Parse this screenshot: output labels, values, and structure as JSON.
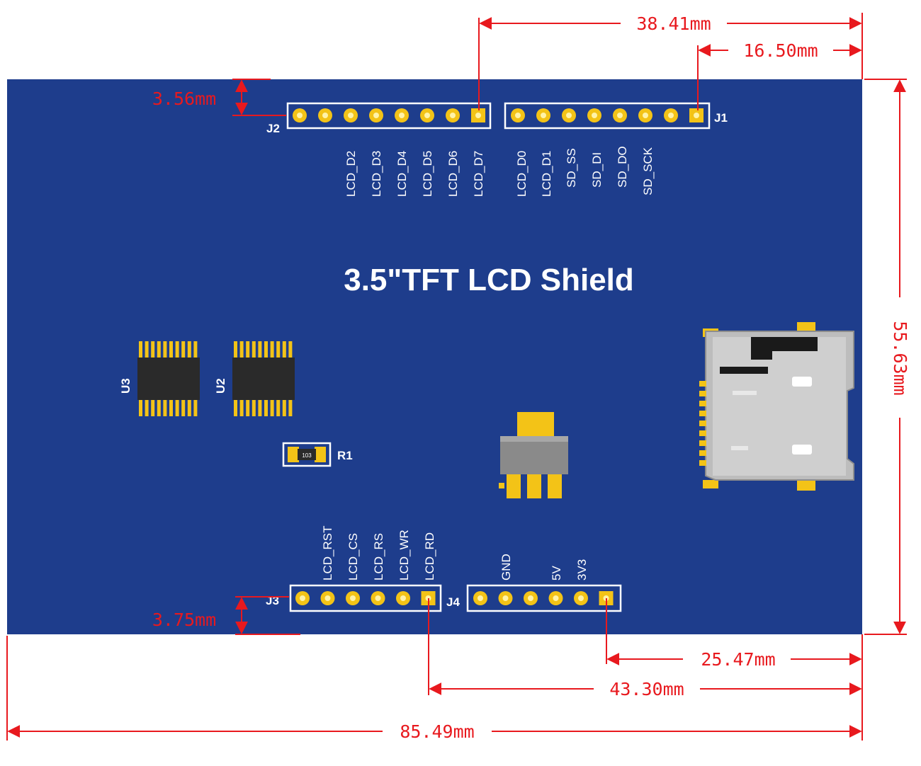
{
  "board": {
    "title": "3.5\"TFT LCD Shield",
    "colors": {
      "pcb": "#1e3d8c",
      "pad": "#f3c317",
      "dimension": "#e8191e",
      "silk": "#ffffff"
    }
  },
  "headers": {
    "j2": {
      "ref": "J2",
      "labels": [
        "LCD_D2",
        "LCD_D3",
        "LCD_D4",
        "LCD_D5",
        "LCD_D6",
        "LCD_D7"
      ]
    },
    "j1": {
      "ref": "J1",
      "labels": [
        "LCD_D0",
        "LCD_D1",
        "SD_SS",
        "SD_DI",
        "SD_DO",
        "SD_SCK"
      ]
    },
    "j3": {
      "ref": "J3",
      "labels": [
        "LCD_RST",
        "LCD_CS",
        "LCD_RS",
        "LCD_WR",
        "LCD_RD"
      ]
    },
    "j4": {
      "ref": "J4",
      "labels": [
        "GND",
        "5V",
        "3V3"
      ]
    }
  },
  "components": {
    "u3": "U3",
    "u2": "U2",
    "r1": "R1",
    "r1_body": "103"
  },
  "dimensions": {
    "top_long": "38.41mm",
    "top_short": "16.50mm",
    "height": "55.63mm",
    "j2_offset": "3.56mm",
    "j3_offset": "3.75mm",
    "bottom_j4": "25.47mm",
    "bottom_j3": "43.30mm",
    "width": "85.49mm"
  }
}
